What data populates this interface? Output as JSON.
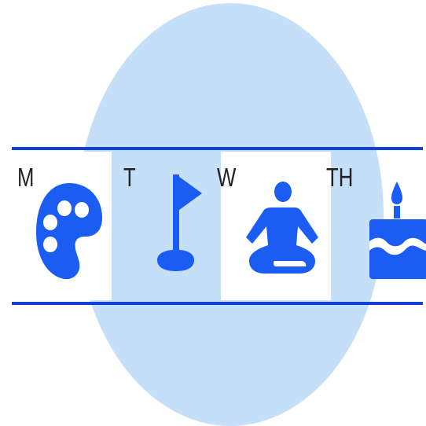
{
  "colors": {
    "blob": "#c5dff8",
    "accent": "#1b5cf2",
    "rule": "#1140d4",
    "panel": "#ffffff",
    "label": "#222222"
  },
  "days": [
    {
      "label": "M",
      "icon": "palette-icon"
    },
    {
      "label": "T",
      "icon": "golf-flag-icon"
    },
    {
      "label": "W",
      "icon": "meditation-icon"
    },
    {
      "label": "TH",
      "icon": "birthday-cake-icon"
    }
  ]
}
